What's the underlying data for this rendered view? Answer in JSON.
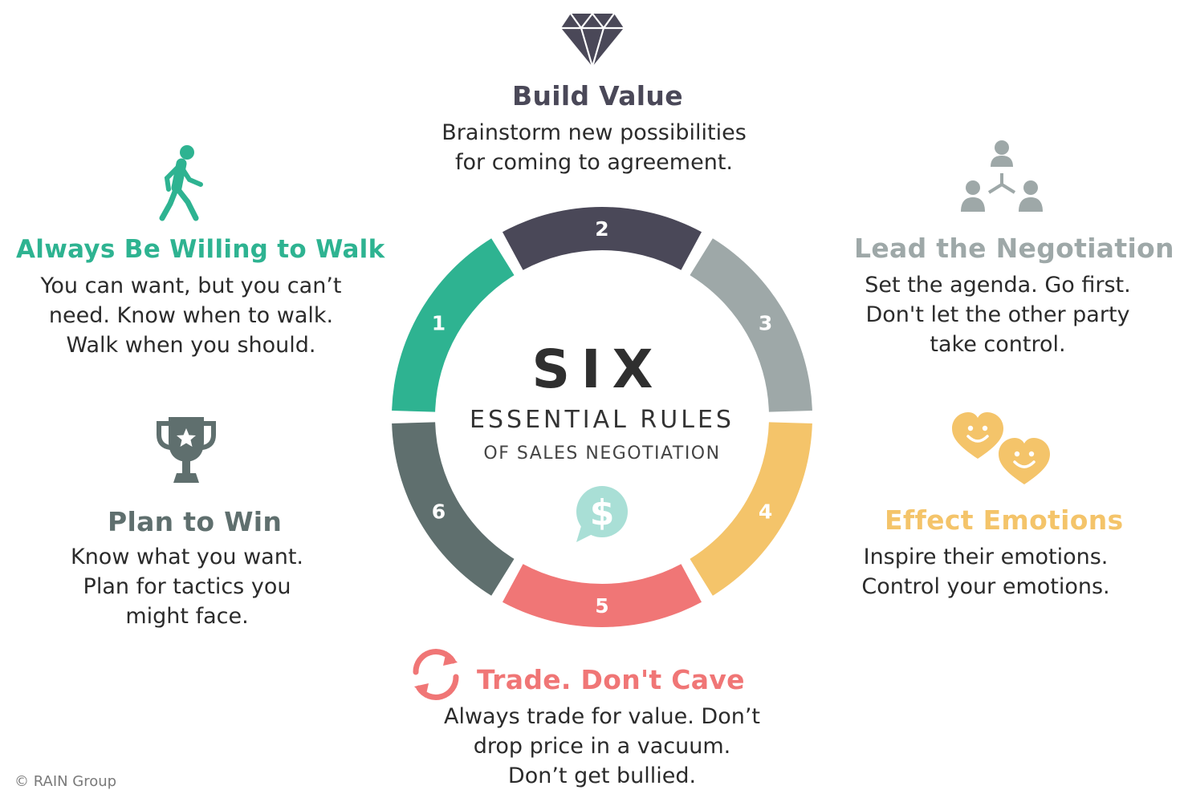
{
  "center": {
    "title": "SIX",
    "subtitle": "ESSENTIAL RULES",
    "tagline": "OF SALES NEGOTIATION",
    "icon": "dollar-speech-bubble-icon"
  },
  "segments": [
    {
      "number": "1",
      "color": "#2eb391"
    },
    {
      "number": "2",
      "color": "#4a4858"
    },
    {
      "number": "3",
      "color": "#9ea8a8"
    },
    {
      "number": "4",
      "color": "#f4c46a"
    },
    {
      "number": "5",
      "color": "#f07676"
    },
    {
      "number": "6",
      "color": "#5f6f6e"
    }
  ],
  "rules": {
    "walk": {
      "title": "Always Be Willing to Walk",
      "color": "#2eb391",
      "icon": "walking-person-icon",
      "lines": [
        "You can want, but you can’t",
        "need. Know when to walk.",
        "Walk when you should."
      ]
    },
    "value": {
      "title": "Build Value",
      "color": "#4a4858",
      "icon": "diamond-icon",
      "lines": [
        "Brainstorm new possibilities",
        "for coming to agreement."
      ]
    },
    "lead": {
      "title": "Lead the Negotiation",
      "color": "#9ea8a8",
      "icon": "team-hierarchy-icon",
      "lines": [
        "Set the agenda. Go first.",
        "Don't let the other party",
        "take control."
      ]
    },
    "emotions": {
      "title": "Effect Emotions",
      "color": "#f4c46a",
      "icon": "smiling-hearts-icon",
      "lines": [
        "Inspire their emotions.",
        "Control your emotions."
      ]
    },
    "trade": {
      "title": "Trade. Don't Cave",
      "color": "#f07676",
      "icon": "exchange-arrows-icon",
      "lines": [
        "Always trade for value. Don’t",
        "drop price in a vacuum.",
        "Don’t get bullied."
      ]
    },
    "plan": {
      "title": "Plan to Win",
      "color": "#5f6f6e",
      "icon": "trophy-icon",
      "lines": [
        "Know what you want.",
        "Plan for tactics you",
        "might face."
      ]
    }
  },
  "footer": {
    "copyright": "© RAIN Group"
  }
}
